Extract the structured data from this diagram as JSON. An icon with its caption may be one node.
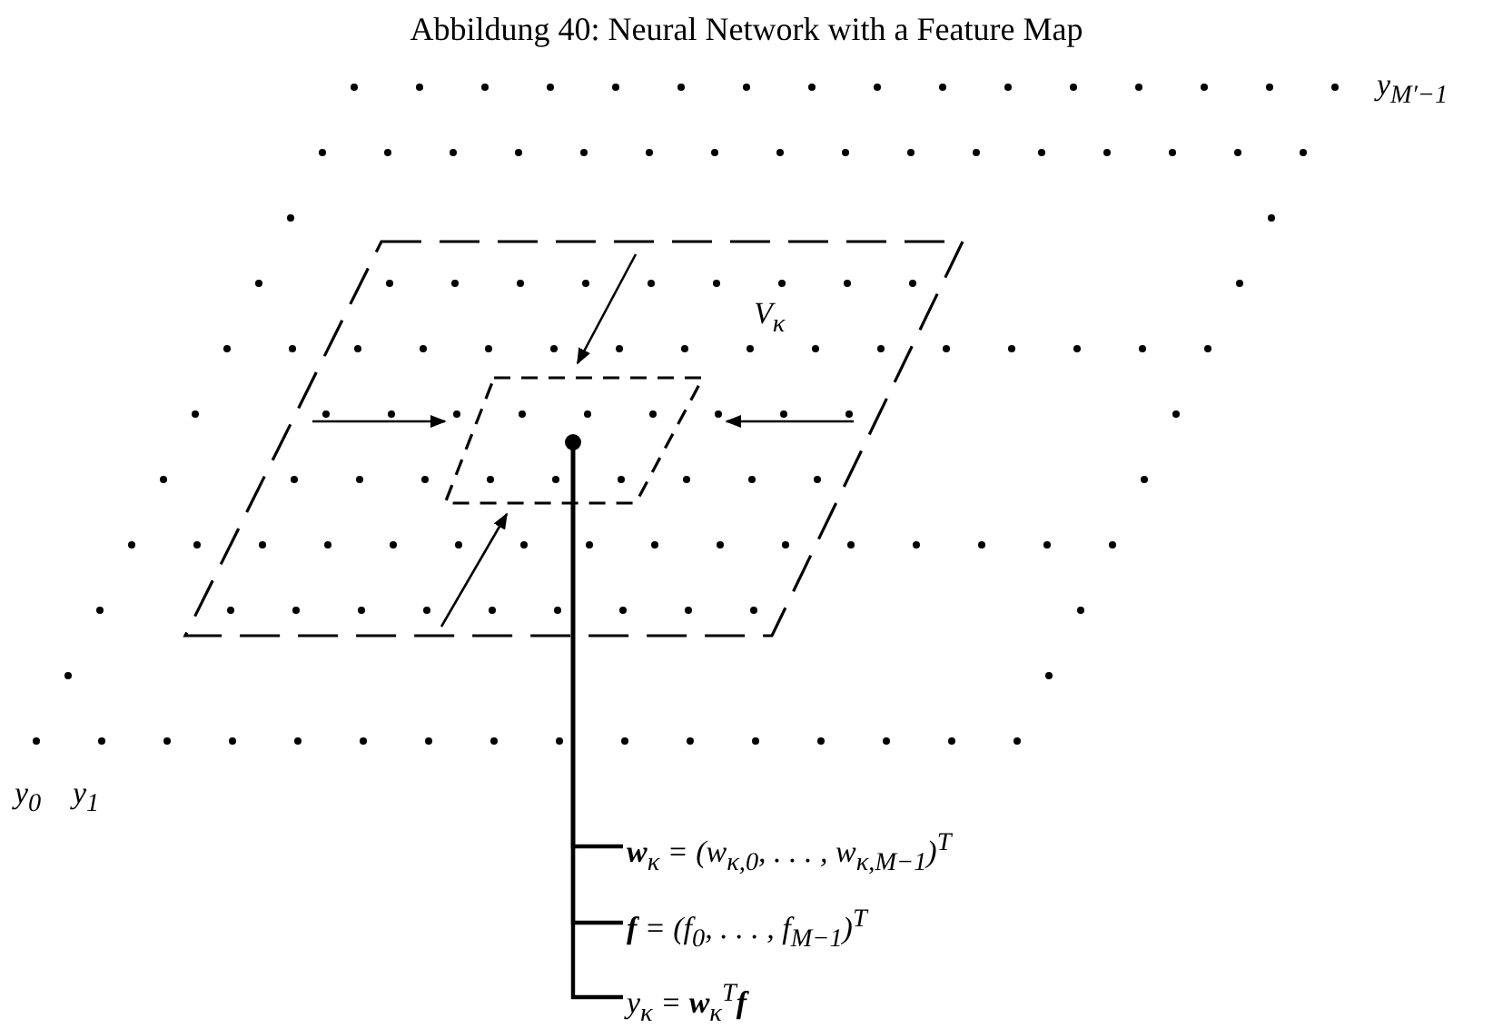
{
  "diagram": {
    "title": "Abbildung 40: Neural Network with a Feature Map",
    "nodes": [
      {
        "text": [
          "V$_{κ}$"
        ]
      },
      {
        "text": [],
        "shape": "box",
        "in": 0
      },
      {
        "text": [],
        "shape": "circle",
        "in": 1
      },
      {
        "text": [
          "**w**$_{κ}$ = (w$_{κ,0}$, . . . , w$_{κ,M−1}$)$^{T}$"
        ]
      },
      {
        "text": [
          "**f** = (f$_{0}$, . . . , f$_{M−1}$)$^{T}$"
        ]
      },
      {
        "text": [
          "y$_{κ}$ = **w**$_{κ}$$^{T}$**f**"
        ]
      }
    ],
    "edges": [
      {
        "from": 0,
        "to": 1,
        "arrow": "to"
      },
      {
        "from": 0,
        "to": 1,
        "arrow": "to"
      },
      {
        "from": 0,
        "to": 1,
        "arrow": "to"
      },
      {
        "from": 0,
        "to": 1,
        "arrow": "to"
      },
      {
        "from": 3,
        "to": 2,
        "arrow": "none"
      },
      {
        "from": 4,
        "to": 2,
        "arrow": "none"
      },
      {
        "from": 5,
        "to": 2,
        "arrow": "none"
      }
    ],
    "labels": [
      "y$_{M′−1}$",
      "y$_{0}$",
      "y$_{1}$"
    ]
  }
}
